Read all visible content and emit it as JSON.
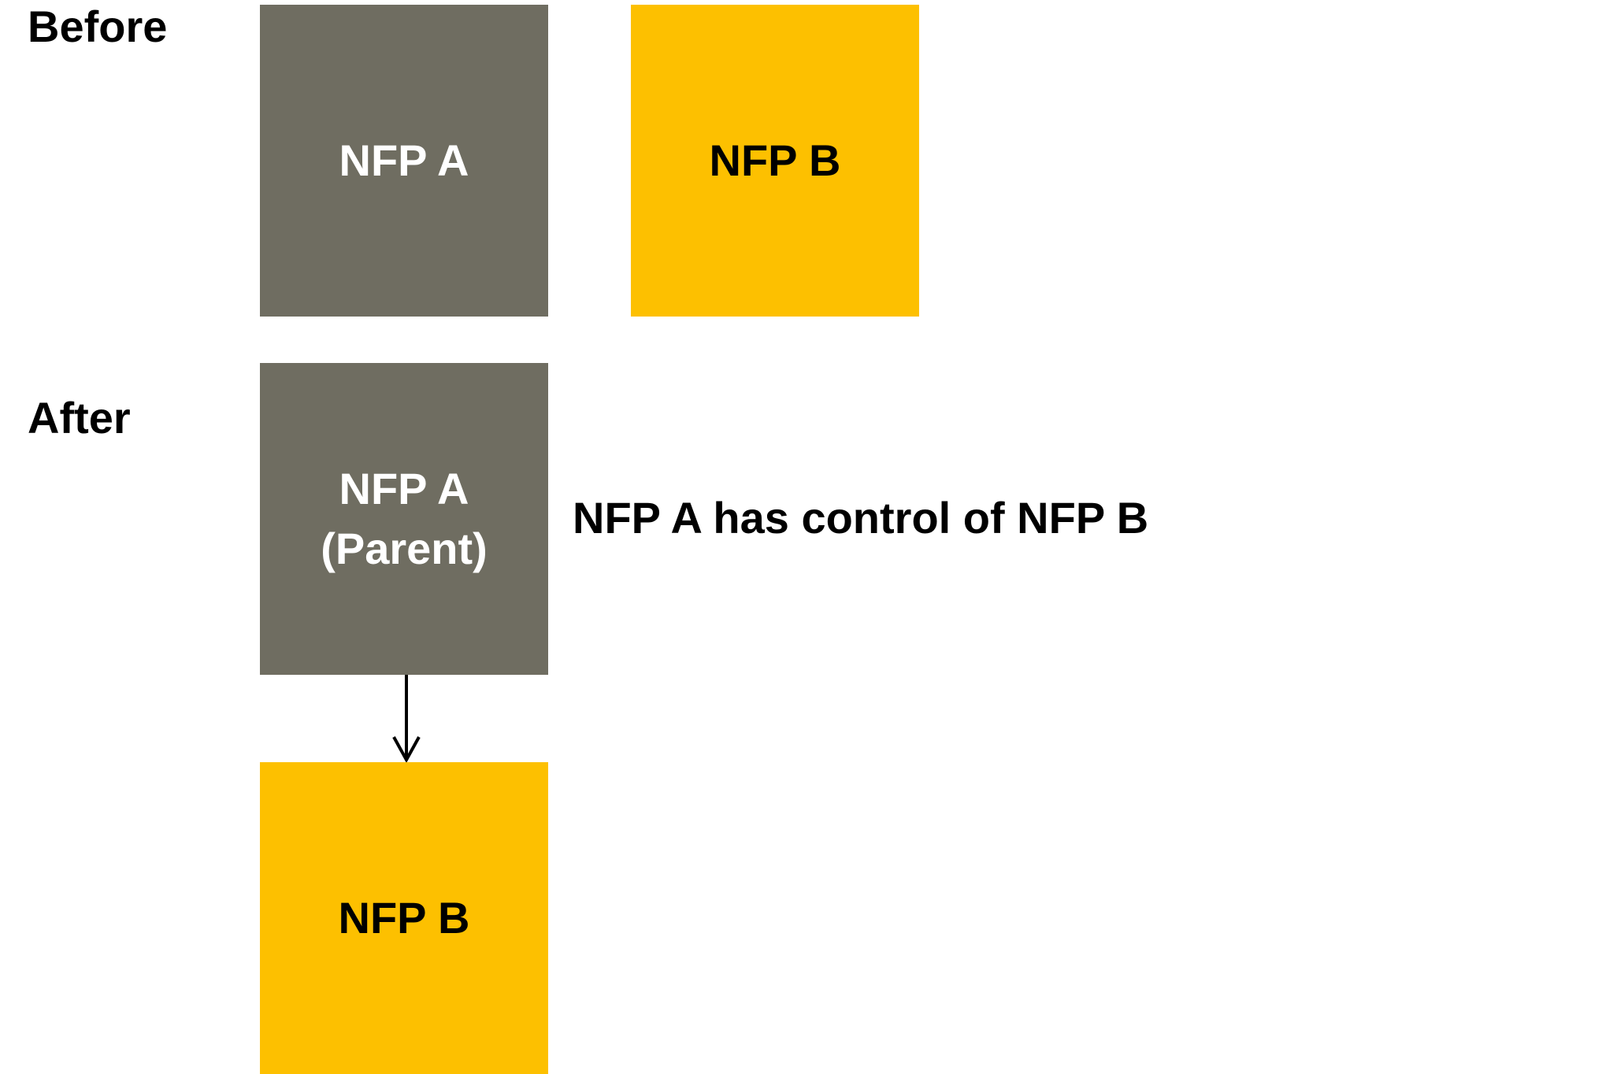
{
  "before": {
    "label": "Before",
    "box_a": {
      "label": "NFP A"
    },
    "box_b": {
      "label": "NFP B"
    }
  },
  "after": {
    "label": "After",
    "box_a": {
      "label": "NFP A",
      "sublabel": "(Parent)"
    },
    "box_b": {
      "label": "NFP B"
    },
    "relation_text": "NFP A has control of NFP B"
  },
  "colors": {
    "nfp_a": "#6f6d61",
    "nfp_b": "#fdc000",
    "text_on_a": "#ffffff",
    "text_on_b": "#000000"
  }
}
